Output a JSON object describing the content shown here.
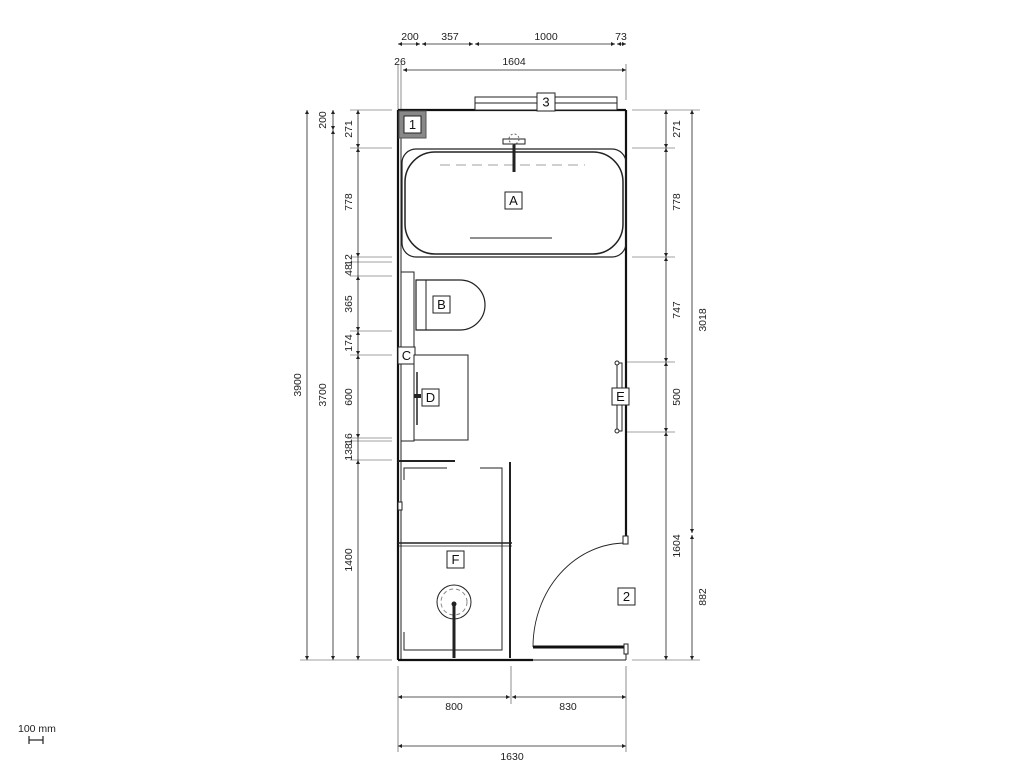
{
  "plan": {
    "top_dimensions": [
      "200",
      "357",
      "1000",
      "73"
    ],
    "top_offset": "26",
    "top_width": "1604",
    "left_dimensions": [
      "271",
      "778",
      "12",
      "48",
      "365",
      "174",
      "600",
      "16",
      "138",
      "1400"
    ],
    "left_middle": [
      "200",
      "3700"
    ],
    "left_total": "3900",
    "right_dimensions": [
      "271",
      "778",
      "747",
      "500",
      "1604"
    ],
    "right_outer": [
      "3018",
      "882"
    ],
    "bottom_dimensions": [
      "800",
      "830"
    ],
    "bottom_total": "1630",
    "labels": {
      "corner": "1",
      "door": "2",
      "window": "3",
      "bathtub": "A",
      "toilet": "B",
      "panel": "C",
      "sink": "D",
      "towel_rail": "E",
      "shower": "F"
    },
    "scale": "100 mm"
  }
}
